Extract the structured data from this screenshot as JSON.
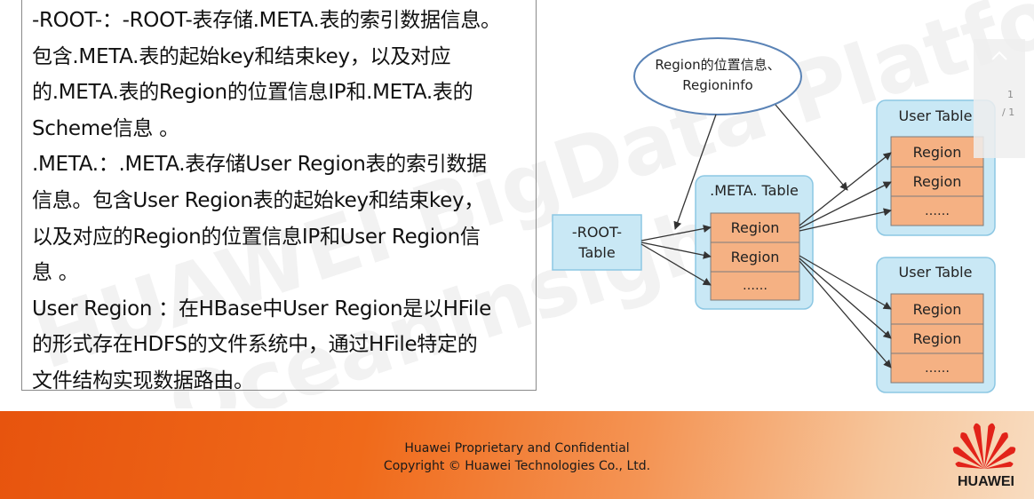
{
  "watermark": {
    "line1": "HUAWEI BigData Platform",
    "line2": "OceanInsight"
  },
  "textbox": {
    "lines": [
      "-ROOT-：-ROOT-表存储.META.表的索引数据信息。",
      "包含.META.表的起始key和结束key，以及对应",
      "的.META.表的Region的位置信息IP和.META.表的",
      "Scheme信息 。",
      ".META.：.META.表存储User Region表的索引数据",
      "信息。包含User Region表的起始key和结束key，",
      "以及对应的Region的位置信息IP和User Region信",
      "息 。",
      "User Region ：在HBase中User Region是以HFile",
      "的形式存在HDFS的文件系统中，通过HFile特定的",
      "文件结构实现数据路由。"
    ]
  },
  "diagram": {
    "bubble": {
      "line1": "Region的位置信息、",
      "line2": "Regioninfo"
    },
    "root": {
      "line1": "-ROOT-",
      "line2": "Table"
    },
    "meta": {
      "title": ".META. Table",
      "rows": [
        "Region",
        "Region",
        "……"
      ]
    },
    "user1": {
      "title": "User Table",
      "rows": [
        "Region",
        "Region",
        "……"
      ]
    },
    "user2": {
      "title": "User Table",
      "rows": [
        "Region",
        "Region",
        "……"
      ]
    }
  },
  "pager": {
    "current": "1",
    "total": "/ 1"
  },
  "footer": {
    "line1": "Huawei Proprietary and Confidential",
    "line2": "Copyright © Huawei Technologies Co., Ltd."
  },
  "logo": {
    "text": "HUAWEI"
  },
  "colors": {
    "box_fill": "#c9e8f5",
    "box_border": "#8cc7e3",
    "region_fill": "#f5b183",
    "region_border": "#7c7c7c",
    "footer_orange": "#e7540e",
    "logo_red": "#e2231a"
  }
}
